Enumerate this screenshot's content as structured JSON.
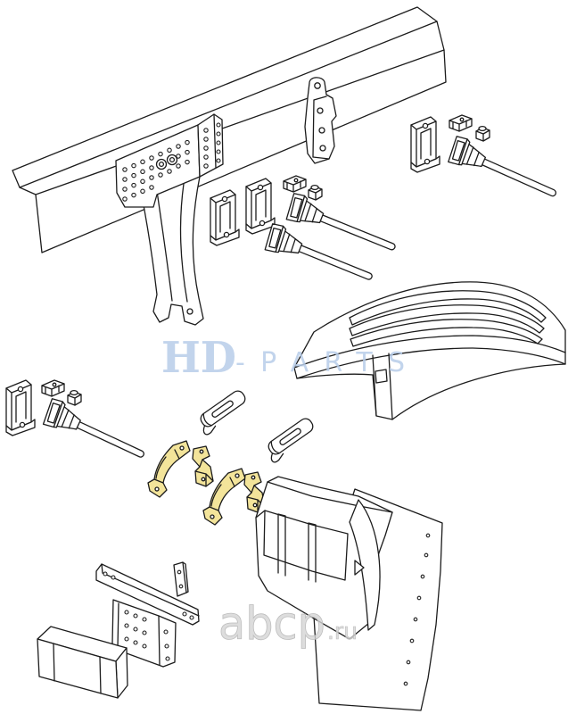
{
  "watermarks": {
    "hd_parts": {
      "brand": "HD",
      "suffix": "-PARTS"
    },
    "abcp": {
      "name": "abcp",
      "tld": ".ru"
    }
  },
  "colors": {
    "line": "#1c1c1c",
    "highlight_part": "#f3e49a",
    "watermark_blue": "#b7cce9",
    "watermark_grey": "#d4d4d4",
    "background": "#ffffff"
  }
}
